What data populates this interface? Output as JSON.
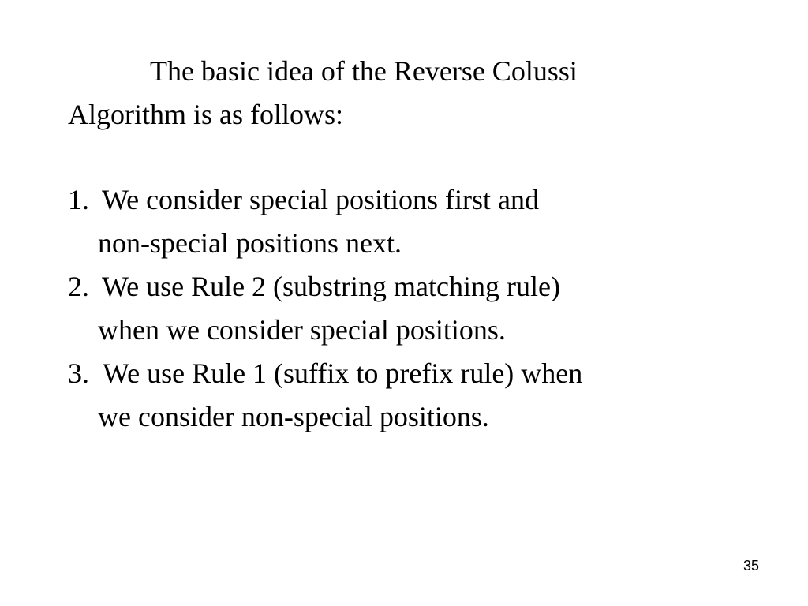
{
  "intro": {
    "line1": "The basic idea of the Reverse Colussi",
    "line2": "Algorithm is as follows:"
  },
  "items": [
    {
      "number": "1.",
      "line1": "We consider special positions first and",
      "line2": "non-special positions next."
    },
    {
      "number": "2.",
      "line1": "We use Rule 2 (substring matching rule)",
      "line2": "when we consider special positions."
    },
    {
      "number": "3.",
      "line1": "We use Rule 1 (suffix to prefix rule) when",
      "line2": "we consider non-special positions."
    }
  ],
  "page_number": "35"
}
